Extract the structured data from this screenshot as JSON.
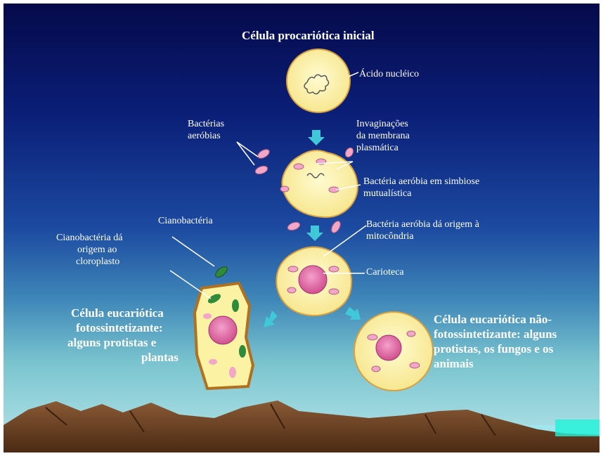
{
  "title": "Célula procariótica inicial",
  "labels": {
    "acido_nucleico": "Ácido nucléico",
    "bacterias_aerobias": [
      "Bactérias",
      "aeróbias"
    ],
    "invaginacoes": [
      "Invaginações",
      "da membrana",
      "plasmática"
    ],
    "bacteria_simbiose": [
      "Bactéria aeróbia em simbiose",
      "mutualística"
    ],
    "bacteria_mitocondria": [
      "Bactéria aeróbia dá origem à",
      "mitocôndria"
    ],
    "cianobacteria": "Cianobactéria",
    "cianobacteria_cloroplasto": [
      "Cianobactéria dá",
      "origem ao",
      "cloroplasto"
    ],
    "carioteca": "Carioteca",
    "celula_fotossintetizante": [
      "Célula eucariótica",
      "fotossintetizante:",
      "alguns protistas e",
      "plantas"
    ],
    "celula_nao_fotossintetizante": [
      "Célula eucariótica não-",
      "fotossintetizante: alguns",
      "protistas, os fungos e os",
      "animais"
    ]
  },
  "colors": {
    "cell_fill": "#fbf3a3",
    "cell_border": "#d8a040",
    "nucleus": "#e060a0",
    "bacteria": "#f2a6c8",
    "chloroplast": "#2f8a3a",
    "arrow": "#40c8d8",
    "mountain": "#7a4a2a"
  }
}
